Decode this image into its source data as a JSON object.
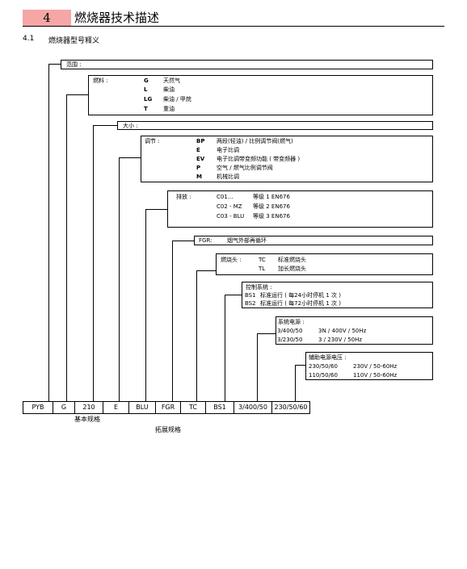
{
  "header": {
    "number": "4",
    "title": "燃烧器技术描述"
  },
  "section": {
    "number": "4.1",
    "title": "燃烧器型号释义"
  },
  "groups": {
    "range": {
      "label": "范围 :"
    },
    "fuel": {
      "label": "燃料 :",
      "items": [
        {
          "code": "G",
          "desc": "天然气"
        },
        {
          "code": "L",
          "desc": "柴油"
        },
        {
          "code": "LG",
          "desc": "柴油 / 甲烷"
        },
        {
          "code": "T",
          "desc": "重油"
        }
      ]
    },
    "size": {
      "label": "大小 :"
    },
    "regulation": {
      "label": "调节 :",
      "items": [
        {
          "code": "BP",
          "desc": "两段(轻油) / 比例调节阀(燃气)"
        },
        {
          "code": "E",
          "desc": "电子比调"
        },
        {
          "code": "EV",
          "desc": "电子比调带变频功能 ( 带变频器 )"
        },
        {
          "code": "P",
          "desc": "空气 / 燃气比例调节阀"
        },
        {
          "code": "M",
          "desc": "机械比调"
        }
      ]
    },
    "emission": {
      "label": "排放 :",
      "items": [
        {
          "code": "C01...",
          "desc": "等级 1 EN676"
        },
        {
          "code": "C02 - MZ",
          "desc": "等级 2 EN676"
        },
        {
          "code": "C03 - BLU",
          "desc": "等级 3 EN676"
        }
      ]
    },
    "fgr": {
      "label": "FGR:",
      "desc": "烟气外部再循环"
    },
    "head": {
      "label": "燃烧头 :",
      "items": [
        {
          "code": "TC",
          "desc": "标准燃烧头"
        },
        {
          "code": "TL",
          "desc": "加长燃烧头"
        }
      ]
    },
    "control": {
      "label": "控制系统 :",
      "items": [
        {
          "code": "BS1",
          "desc": "标准运行 ( 每24小时停机 1 次 )"
        },
        {
          "code": "BS2",
          "desc": "标准运行 ( 每72小时停机 1 次 )"
        }
      ]
    },
    "power": {
      "label": "系统电源 :",
      "items": [
        {
          "code": "3/400/50",
          "desc": "3N / 400V / 50Hz"
        },
        {
          "code": "3/230/50",
          "desc": "3 / 230V / 50Hz"
        }
      ]
    },
    "aux": {
      "label": "辅助电源电压 :",
      "items": [
        {
          "code": "230/50/60",
          "desc": "230V / 50-60Hz"
        },
        {
          "code": "110/50/60",
          "desc": "110V / 50-60Hz"
        }
      ]
    }
  },
  "code_row": [
    "PYB",
    "G",
    "210",
    "E",
    "BLU",
    "FGR",
    "TC",
    "BS1",
    "3/400/50",
    "230/50/60"
  ],
  "bottom_labels": {
    "basic": "基本规格",
    "extended": "拓展规格"
  }
}
